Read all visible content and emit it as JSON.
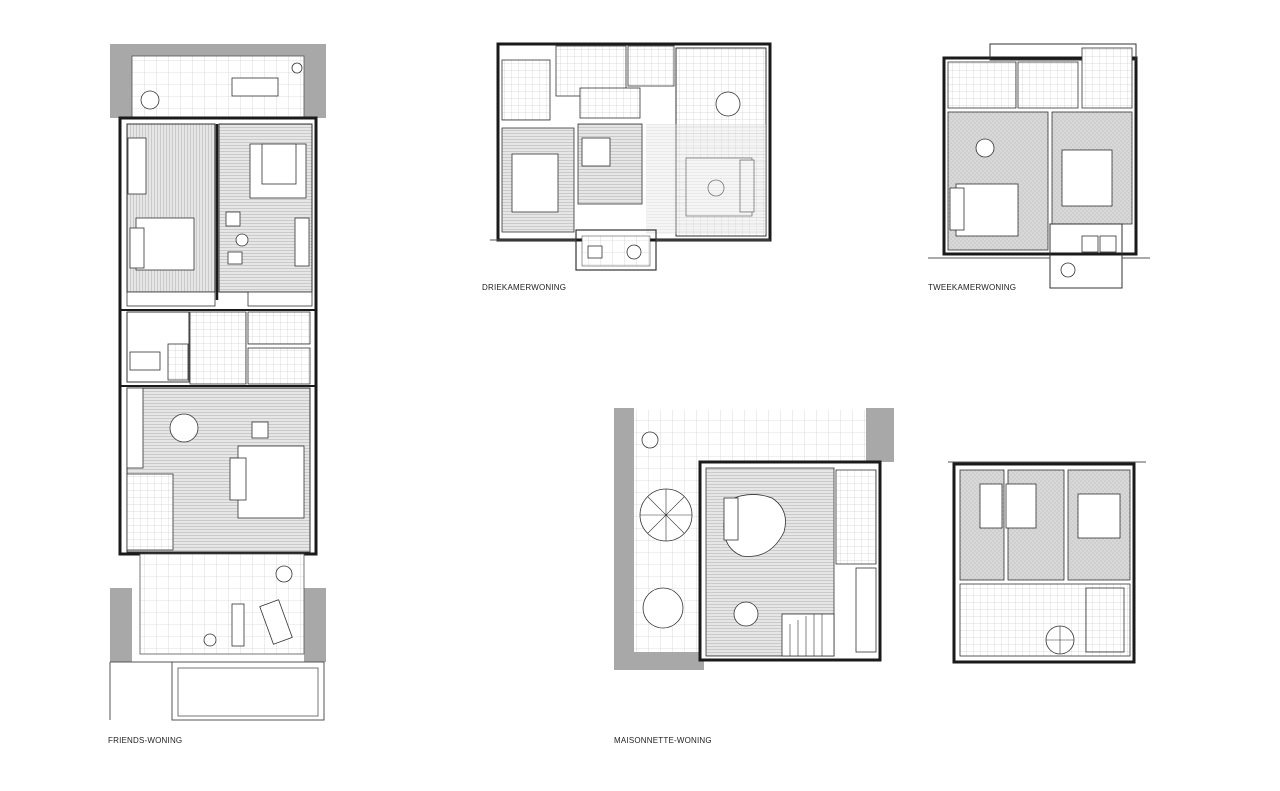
{
  "labels": {
    "friends": "FRIENDS-WONING",
    "driekamer": "DRIEKAMERWONING",
    "tweekamer": "TWEEKAMERWONING",
    "maisonnette": "MAISONNETTE-WONING"
  },
  "colors": {
    "wall": "#1a1a1a",
    "floor_gray": "#cfcfcf",
    "tile_line": "#bdbdbd",
    "hatch": "#9a9a9a",
    "wall_gray": "#a8a8a8",
    "furniture": "#333333"
  }
}
